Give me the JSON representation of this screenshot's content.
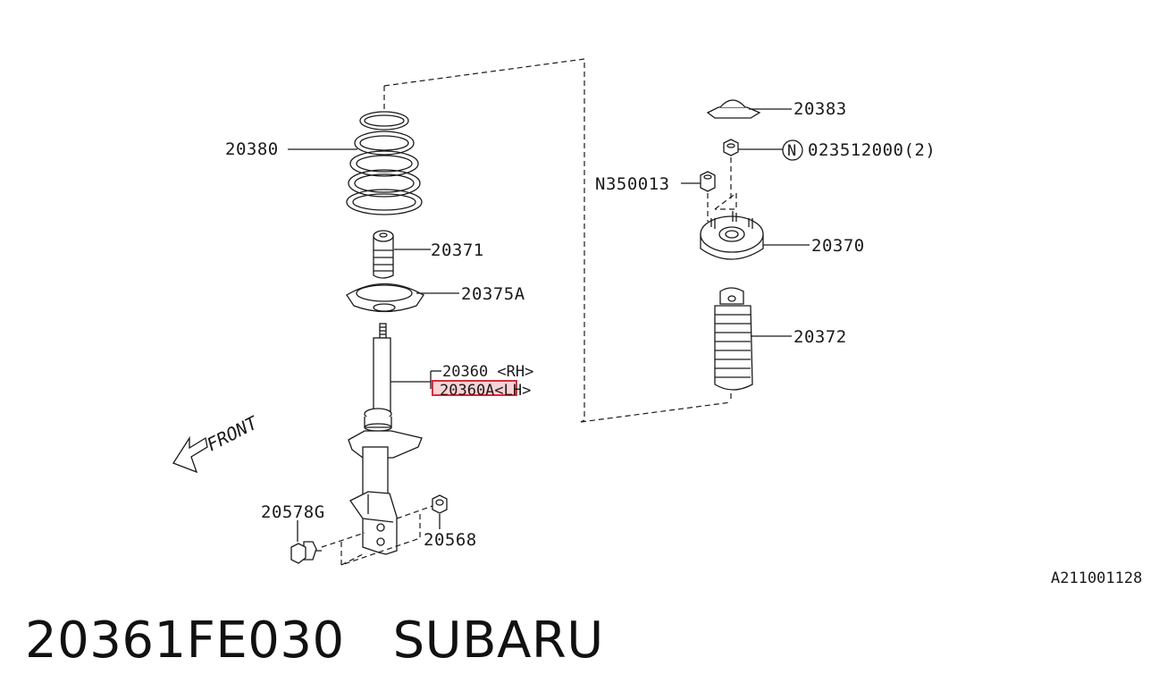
{
  "diagram": {
    "labels": {
      "spring": "20380",
      "bump_stop": "20371",
      "spring_seat": "20375A",
      "strut_rh": "20360 <RH>",
      "strut_lh": "20360A<LH>",
      "bracket_bolt": "20578G",
      "bracket_nut": "20568",
      "cap": "20383",
      "nut_part": "023512000(2)",
      "nut_circle": "N",
      "mount_nut": "N350013",
      "strut_mount": "20370",
      "boot": "20372",
      "front": "FRONT",
      "drawing_code": "A211001128"
    },
    "highlight_color": "#e0283a",
    "highlight_fill": "#f7d3d6"
  },
  "footer": {
    "part_number": "20361FE030",
    "brand": "SUBARU"
  }
}
